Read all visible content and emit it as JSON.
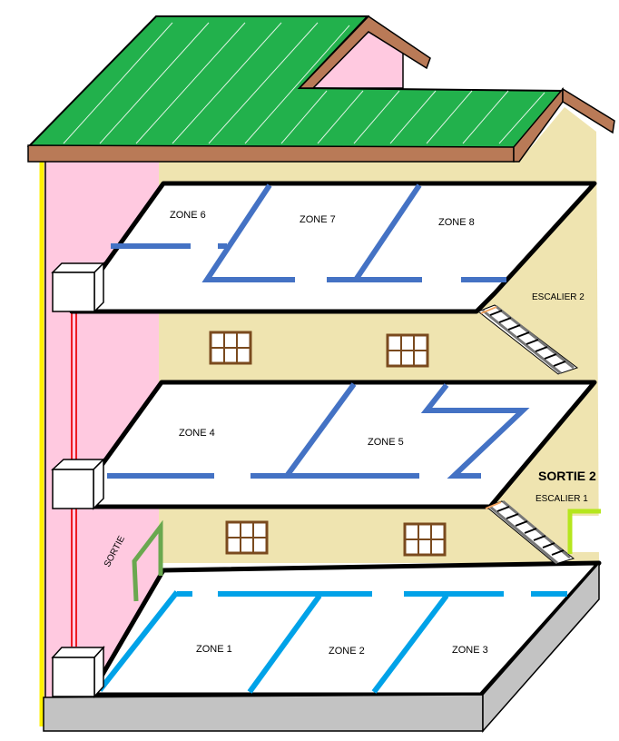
{
  "zones": {
    "z1": "ZONE 1",
    "z2": "ZONE 2",
    "z3": "ZONE 3",
    "z4": "ZONE 4",
    "z5": "ZONE 5",
    "z6": "ZONE 6",
    "z7": "ZONE 7",
    "z8": "ZONE 8"
  },
  "labels": {
    "sortie": "SORTIE",
    "sortie2": "SORTIE 2",
    "escalier1": "ESCALIER 1",
    "escalier2": "ESCALIER 2"
  },
  "colors": {
    "roof": "#22b14c",
    "roof_trim": "#b97a57",
    "wall_pink": "#ffc9e0",
    "wall_beige": "#efe4b0",
    "floor": "#ffffff",
    "ground": "#c3c3c3",
    "duct_upper": "#4472c4",
    "duct_ground": "#00a2e8",
    "exit_green": "#6aa84f",
    "exit_light_green": "#b5e61d",
    "riser_red": "#ed1c24",
    "riser_yellow": "#fff200"
  }
}
